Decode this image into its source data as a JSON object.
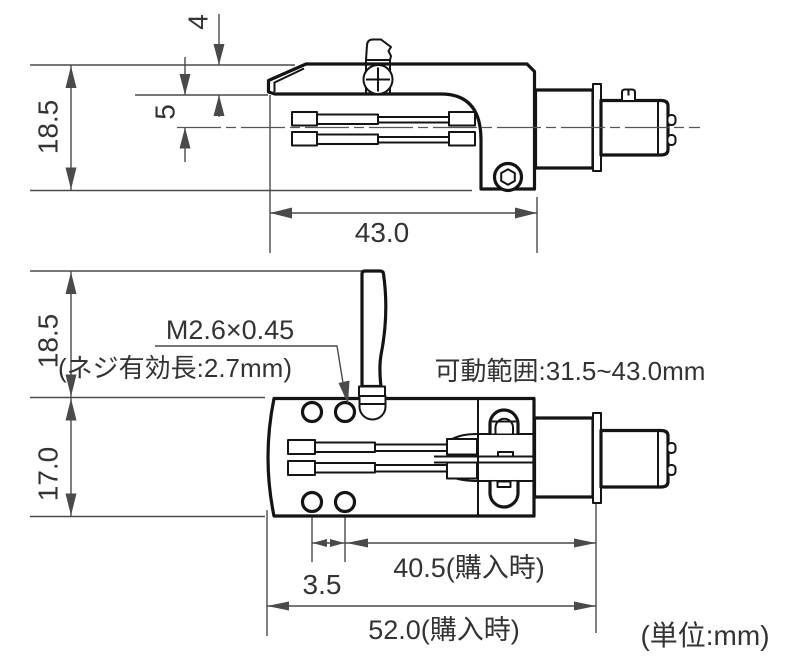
{
  "diagram": {
    "unit_note": "(単位:mm)",
    "side_view": {
      "overall_height": "18.5",
      "top_plate_thickness": "4",
      "plate_to_axis": "5",
      "shell_length": "43.0"
    },
    "bottom_view": {
      "lift_height": "18.5",
      "body_width": "17.0",
      "screw_thread": "M2.6×0.45",
      "screw_thread_note": "(ネジ有効長:2.7mm)",
      "adjustable_range": "可動範囲:31.5~43.0mm",
      "hole_pitch": "3.5",
      "mount_length": "40.5(購入時)",
      "overall_length": "52.0(購入時)"
    }
  }
}
